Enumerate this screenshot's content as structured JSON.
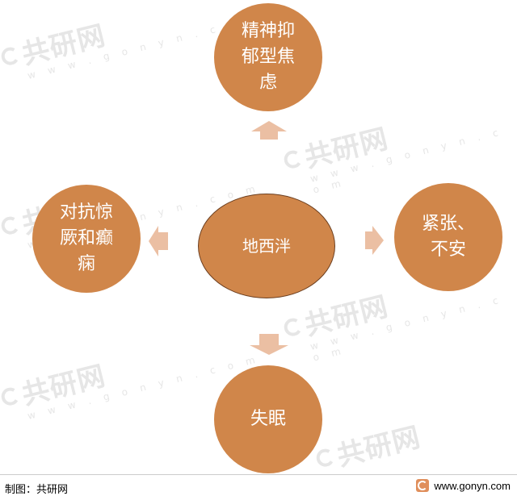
{
  "colors": {
    "node_fill": "#d0864a",
    "arrow_fill": "#ebbfa3",
    "center_border": "#6b3e1f",
    "text": "#ffffff"
  },
  "watermark": {
    "name": "共研网",
    "url": "w w w . g o n y n . c o m"
  },
  "diagram": {
    "center": "地西泮",
    "top": "精神抑\n郁型焦\n虑",
    "left": "对抗惊\n厥和癫\n痫",
    "right": "紧张、\n不安",
    "bottom": "失眠",
    "arrows": [
      {
        "icon": "arrow-up-icon"
      },
      {
        "icon": "arrow-left-icon"
      },
      {
        "icon": "arrow-right-icon"
      },
      {
        "icon": "arrow-down-icon"
      }
    ]
  },
  "footer": {
    "credit": "制图：共研网",
    "url": "www.gonyn.com",
    "logo_icon": "gonyn-logo-icon"
  }
}
